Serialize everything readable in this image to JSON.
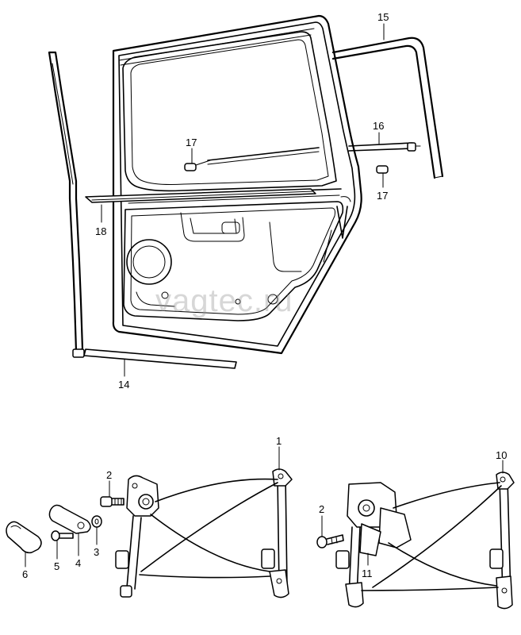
{
  "watermark": "vagtec.ru",
  "callouts": {
    "c1": "1",
    "c2a": "2",
    "c2b": "2",
    "c3": "3",
    "c4": "4",
    "c5": "5",
    "c6": "6",
    "c10": "10",
    "c11": "11",
    "c14": "14",
    "c15": "15",
    "c16": "16",
    "c17a": "17",
    "c17b": "17",
    "c18": "18"
  }
}
